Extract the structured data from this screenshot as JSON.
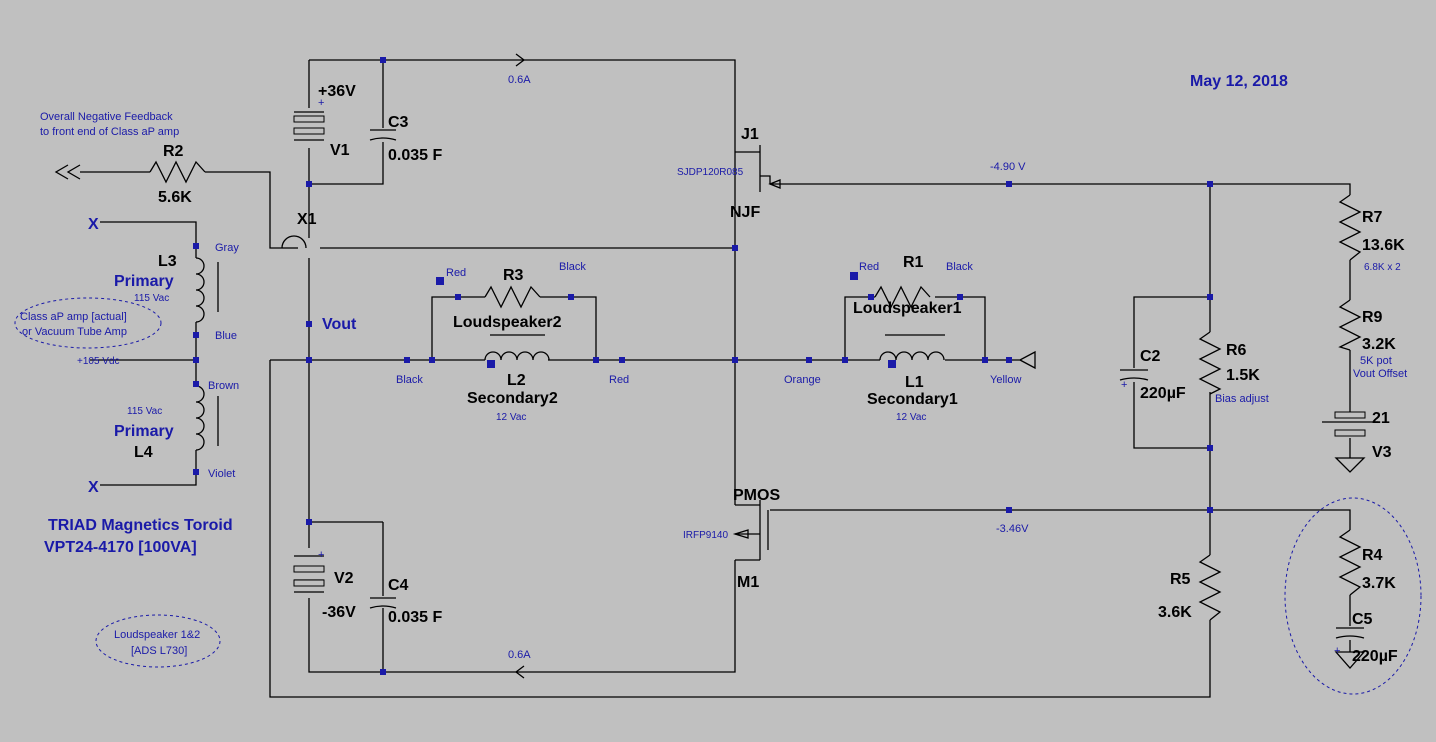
{
  "date": "May 12, 2018",
  "feedback_note": [
    "Overall Negative Feedback",
    "to front end of Class aP amp"
  ],
  "feedback_arrow": "<<",
  "x_marker": "X",
  "components": {
    "V1": {
      "name": "V1",
      "value": "+36V",
      "plus": "+"
    },
    "V2": {
      "name": "V2",
      "value": "-36V",
      "plus": "+"
    },
    "V3": {
      "name": "V3",
      "value": "21"
    },
    "C3": {
      "name": "C3",
      "value": "0.035 F"
    },
    "C4": {
      "name": "C4",
      "value": "0.035 F"
    },
    "C2": {
      "name": "C2",
      "value": "220µF",
      "plus": "+"
    },
    "C5": {
      "name": "C5",
      "value": "220µF",
      "plus": "+"
    },
    "R1": {
      "name": "R1",
      "value": "Loudspeaker1"
    },
    "R2": {
      "name": "R2",
      "value": "5.6K"
    },
    "R3": {
      "name": "R3",
      "value": "Loudspeaker2"
    },
    "R4": {
      "name": "R4",
      "value": "3.7K"
    },
    "R5": {
      "name": "R5",
      "value": "3.6K"
    },
    "R6": {
      "name": "R6",
      "value": "1.5K",
      "note": "Bias adjust"
    },
    "R7": {
      "name": "R7",
      "value": "13.6K",
      "note": "6.8K x 2"
    },
    "R9": {
      "name": "R9",
      "value": "3.2K",
      "note1": "5K pot",
      "note2": "Vout Offset"
    },
    "L1": {
      "name": "L1",
      "value": "Secondary1",
      "note": "12 Vac"
    },
    "L2": {
      "name": "L2",
      "value": "Secondary2",
      "note": "12 Vac"
    },
    "L3": {
      "name": "L3",
      "value": "Primary",
      "note": "115 Vac"
    },
    "L4": {
      "name": "L4",
      "value": "Primary",
      "note": "115 Vac"
    },
    "J1": {
      "name": "J1",
      "model": "SJDP120R085",
      "type": "NJF"
    },
    "M1": {
      "name": "M1",
      "model": "IRFP9140",
      "type": "PMOS"
    },
    "X1": {
      "name": "X1"
    }
  },
  "net_labels": {
    "vout": "Vout",
    "current_top": "0.6A",
    "current_bottom": "0.6A",
    "v_gate_j1": "-4.90 V",
    "v_gate_m1": "-3.46V",
    "vdc": "+105 Vdc"
  },
  "wire_colors": {
    "gray": "Gray",
    "blue": "Blue",
    "brown": "Brown",
    "violet": "Violet",
    "red_l2": "Red",
    "black_l2": "Black",
    "red_r3": "Red",
    "black_r3": "Black",
    "red_r1": "Red",
    "black_r1": "Black",
    "orange": "Orange",
    "yellow": "Yellow"
  },
  "notes": {
    "amp": [
      "Class aP amp [actual]",
      "or Vacuum Tube Amp"
    ],
    "triad": [
      "TRIAD Magnetics Toroid",
      "VPT24-4170 [100VA]"
    ],
    "speaker": [
      "Loudspeaker 1&2",
      "[ADS L730]"
    ]
  }
}
